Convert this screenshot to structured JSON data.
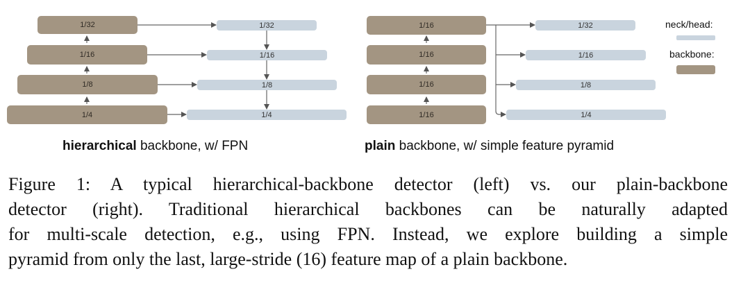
{
  "left_diagram": {
    "backbone": [
      "1/32",
      "1/16",
      "1/8",
      "1/4"
    ],
    "neck": [
      "1/32",
      "1/16",
      "1/8",
      "1/4"
    ],
    "caption_bold": "hierarchical",
    "caption_rest": " backbone, w/ FPN"
  },
  "right_diagram": {
    "backbone": [
      "1/16",
      "1/16",
      "1/16",
      "1/16"
    ],
    "neck": [
      "1/32",
      "1/16",
      "1/8",
      "1/4"
    ],
    "caption_bold": "plain",
    "caption_rest": " backbone, w/ simple feature pyramid"
  },
  "legend": {
    "neck_head": "neck/head:",
    "backbone": "backbone:"
  },
  "colors": {
    "backbone": "#a39582",
    "neck_head": "#c9d4de"
  },
  "figure_caption": {
    "line1": "Figure 1: A typical hierarchical-backbone detector (left) vs. our plain-backbone",
    "line2": "detector (right). Traditional hierarchical backbones can be naturally adapted",
    "line3": "for multi-scale detection, e.g., using FPN. Instead, we explore building a simple",
    "line4": "pyramid from only the last, large-stride (16) feature map of a plain backbone."
  }
}
